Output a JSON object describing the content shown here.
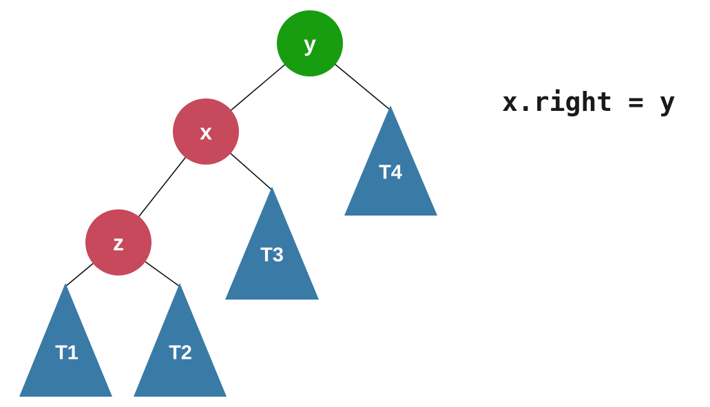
{
  "diagram": {
    "title": "binary-tree-rotation-figure",
    "annotation": "x.right = y",
    "nodes": {
      "y": {
        "label": "y"
      },
      "x": {
        "label": "x"
      },
      "z": {
        "label": "z"
      }
    },
    "subtrees": {
      "t1": {
        "label": "T1"
      },
      "t2": {
        "label": "T2"
      },
      "t3": {
        "label": "T3"
      },
      "t4": {
        "label": "T4"
      }
    },
    "colors": {
      "node_y": "#189c10",
      "node_x": "#c7495c",
      "node_z": "#c7495c",
      "subtree": "#3a7aa6",
      "edge": "#111111",
      "label_text": "#ffffff",
      "annotation_text": "#1a1a1a",
      "background": "#ffffff"
    }
  }
}
